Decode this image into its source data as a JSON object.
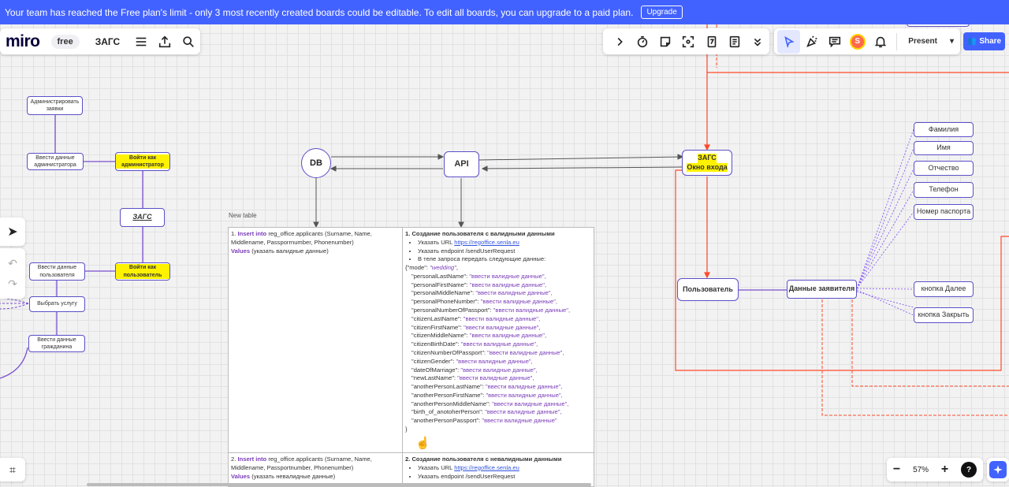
{
  "banner": {
    "message": "Your team has reached the Free plan's limit - only 3 most recently created boards could be editable. To edit all boards, you can upgrade to a paid plan.",
    "upgrade_label": "Upgrade"
  },
  "topbar": {
    "logo": "miro",
    "plan": "free",
    "board_title": "ЗАГС",
    "menu_icon": "hamburger-icon",
    "export_icon": "upload-icon",
    "search_icon": "search-icon"
  },
  "toolbar": {
    "avatar_initial": "S",
    "present_label": "Present",
    "share_label": "Share",
    "accent_color": "#4262ff"
  },
  "zoom": {
    "level": "57%",
    "help": "?"
  },
  "colors": {
    "node_border": "#5b4fc7",
    "highlight": "#fff200",
    "red_connector": "#ff4a2a",
    "purple_connector": "#8a5cf6"
  },
  "left_nodes": {
    "admin_manage": "Администрировать заявки",
    "admin_data": "Ввести данные администратора",
    "login_admin": "Войти как администратор",
    "zags": "ЗАГС",
    "user_data": "Ввести данные пользователя",
    "login_user": "Войти как пользователь",
    "choose_service": "Выбрать услугу",
    "citizen_data": "Ввести данные гражданина"
  },
  "center_nodes": {
    "db": "DB",
    "api": "API"
  },
  "right_nodes": {
    "zags_title": "ЗАГС",
    "zags_subtitle": "Окно входа",
    "user": "Пользователь",
    "applicant_data": "Данные заявителя",
    "surname": "Фамилия",
    "name": "Имя",
    "patronymic": "Отчество",
    "phone": "Телефон",
    "passport": "Номер паспорта",
    "next_button": "кнопка Далее",
    "close_button": "кнопка Закрыть",
    "top_partial": "…"
  },
  "table": {
    "label": "New table",
    "row1_left": {
      "num": "1.",
      "insert_kw": "Insert into",
      "text": "reg_office.applicants (Surname, Name, Middlename, Passporrnumber, Phonenumber)",
      "values_kw": "Values",
      "values_text": "(указать валидные данные)"
    },
    "row1_right": {
      "title": "1. Создание пользователя с валидными данными",
      "bullet1_prefix": "Указать URL",
      "bullet1_link": "https://regoffice.senla.eu",
      "bullet2": "Указать endpoint /sendUserRequest",
      "bullet3": "В теле запроса передать следующие данные:",
      "mode_key": "{\"mode\": ",
      "mode_val": "\"wedding\"",
      "fields": [
        "\"personalLastName\"",
        "\"personalFirstName\"",
        "\"personalMiddleName\"",
        "\"personalPhoneNumber\"",
        "\"personalNumberOfPassport\"",
        "\"citizenLastName\"",
        "\"citizenFirstName\"",
        "\"citizenMiddleName\"",
        "\"citizenBirthDate\"",
        "\"citizenNumberOfPassport\"",
        "\"citizenGender\"",
        "\"dateOfMarriage\"",
        "\"newLastName\"",
        "\"anotherPersonLastName\"",
        "\"anotherPersonFirstName\"",
        "\"anotherPersonMiddleName\"",
        "\"birth_of_anotoherPerson\"",
        "\"anotherPersonPassport\""
      ],
      "field_value": "\"ввести валидные данные\"",
      "close_brace": "}"
    },
    "row2_left": {
      "num": "2.",
      "insert_kw": "Insert into",
      "text": "reg_office.applicants (Surname, Name, Middlename, Passportnumber, Phonenumber)",
      "values_kw": "Values",
      "values_text": "(указать невалидные данные)"
    },
    "row2_right": {
      "title": "2. Создание пользователя с невалидными данными",
      "bullet1_prefix": "Указать URL",
      "bullet1_link": "https://regoffice.senla.eu",
      "bullet2": "Указать endpoint /sendUserRequest"
    }
  }
}
